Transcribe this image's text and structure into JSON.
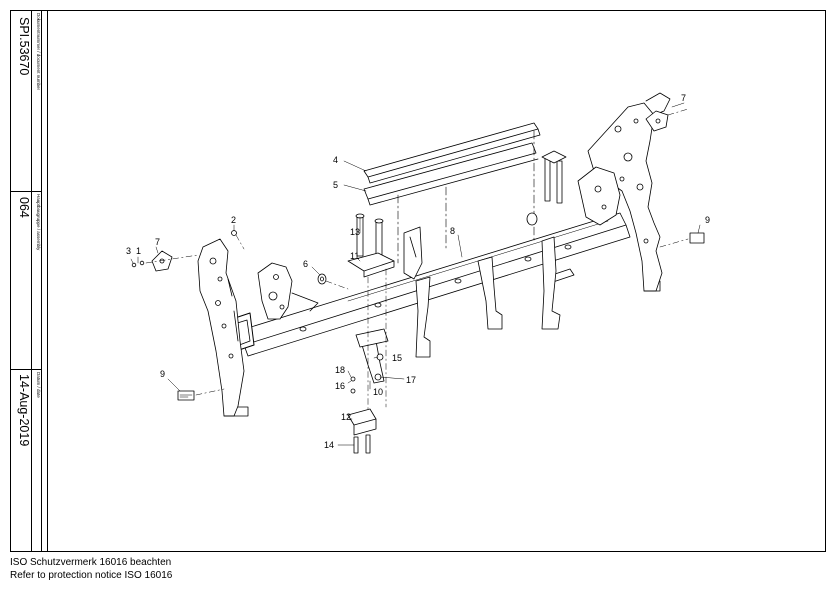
{
  "title_block": {
    "doc_label": "Dokumentnummer / document number",
    "doc_number": "SPI.53670",
    "assembly_label": "Hauptbaugruppe / assembly",
    "assembly_number": "064",
    "date_label": "Datum / date",
    "date": "14-Aug-2019"
  },
  "callouts": [
    {
      "id": "c1",
      "label": "1"
    },
    {
      "id": "c2",
      "label": "2"
    },
    {
      "id": "c3",
      "label": "3"
    },
    {
      "id": "c4",
      "label": "4"
    },
    {
      "id": "c5",
      "label": "5"
    },
    {
      "id": "c6",
      "label": "6"
    },
    {
      "id": "c7a",
      "label": "7"
    },
    {
      "id": "c7b",
      "label": "7"
    },
    {
      "id": "c8",
      "label": "8"
    },
    {
      "id": "c9a",
      "label": "9"
    },
    {
      "id": "c9b",
      "label": "9"
    },
    {
      "id": "c10",
      "label": "10"
    },
    {
      "id": "c11",
      "label": "11"
    },
    {
      "id": "c12",
      "label": "12"
    },
    {
      "id": "c13",
      "label": "13"
    },
    {
      "id": "c14",
      "label": "14"
    },
    {
      "id": "c15",
      "label": "15"
    },
    {
      "id": "c16",
      "label": "16"
    },
    {
      "id": "c17",
      "label": "17"
    },
    {
      "id": "c18",
      "label": "18"
    }
  ],
  "notice": {
    "line1": "ISO Schutzvermerk 16016 beachten",
    "line2": "Refer to protection notice ISO 16016"
  }
}
